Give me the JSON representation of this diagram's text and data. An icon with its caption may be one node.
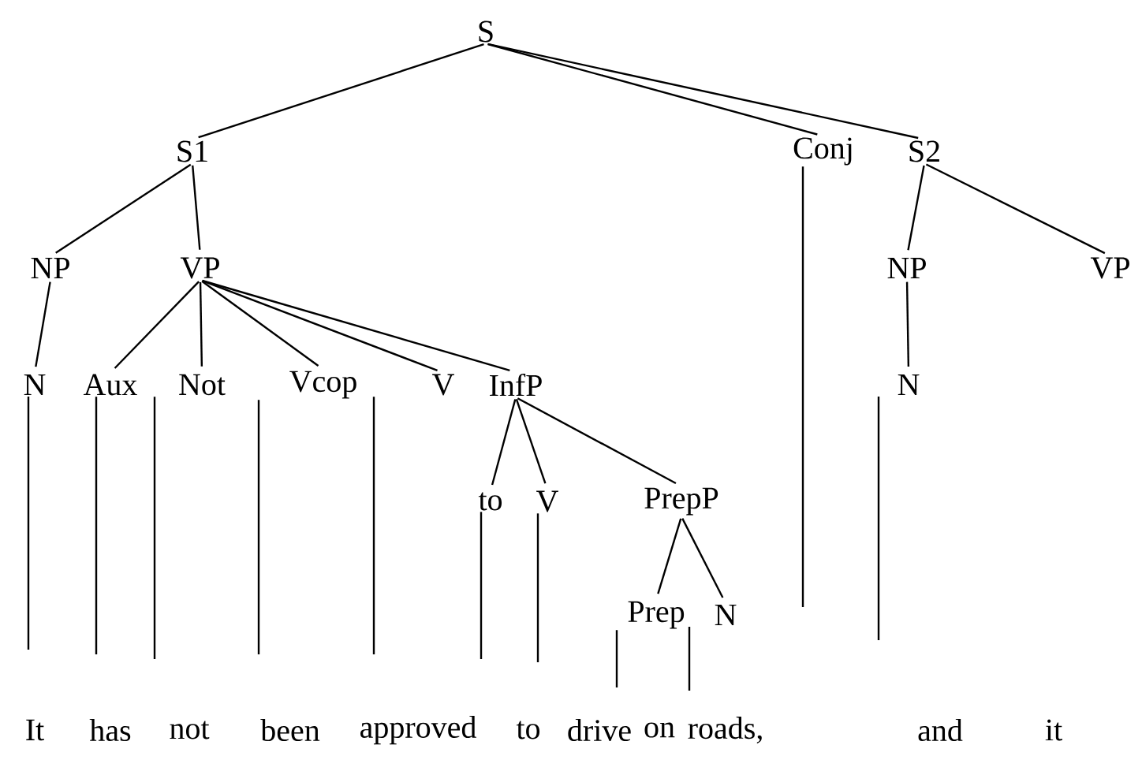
{
  "diagram": {
    "nodes": [
      {
        "text": [
          "S"
        ]
      },
      {
        "text": [
          "S1"
        ]
      },
      {
        "text": [
          "Conj"
        ]
      },
      {
        "text": [
          "S2"
        ]
      },
      {
        "text": [
          "NP"
        ]
      },
      {
        "text": [
          "VP"
        ]
      },
      {
        "text": [
          "NP"
        ]
      },
      {
        "text": [
          "VP"
        ]
      },
      {
        "text": [
          "N"
        ]
      },
      {
        "text": [
          "Aux"
        ]
      },
      {
        "text": [
          "Not"
        ]
      },
      {
        "text": [
          "Vcop"
        ]
      },
      {
        "text": [
          "V"
        ]
      },
      {
        "text": [
          "InfP"
        ]
      },
      {
        "text": [
          "N"
        ]
      },
      {
        "text": [
          "to"
        ]
      },
      {
        "text": [
          "V"
        ]
      },
      {
        "text": [
          "PrepP"
        ]
      },
      {
        "text": [
          "Prep"
        ]
      },
      {
        "text": [
          "N"
        ]
      }
    ],
    "edges": [
      {
        "from": 0,
        "to": 1,
        "arrow": "none"
      },
      {
        "from": 0,
        "to": 2,
        "arrow": "none"
      },
      {
        "from": 0,
        "to": 3,
        "arrow": "none"
      },
      {
        "from": 1,
        "to": 4,
        "arrow": "none"
      },
      {
        "from": 1,
        "to": 5,
        "arrow": "none"
      },
      {
        "from": 3,
        "to": 6,
        "arrow": "none"
      },
      {
        "from": 3,
        "to": 7,
        "arrow": "none"
      },
      {
        "from": 4,
        "to": 8,
        "arrow": "none"
      },
      {
        "from": 5,
        "to": 9,
        "arrow": "none"
      },
      {
        "from": 5,
        "to": 10,
        "arrow": "none"
      },
      {
        "from": 5,
        "to": 11,
        "arrow": "none"
      },
      {
        "from": 5,
        "to": 12,
        "arrow": "none"
      },
      {
        "from": 5,
        "to": 13,
        "arrow": "none"
      },
      {
        "from": 6,
        "to": 14,
        "arrow": "none"
      },
      {
        "from": 13,
        "to": 15,
        "arrow": "none"
      },
      {
        "from": 13,
        "to": 16,
        "arrow": "none"
      },
      {
        "from": 13,
        "to": 17,
        "arrow": "none"
      },
      {
        "from": 17,
        "to": 18,
        "arrow": "none"
      },
      {
        "from": 17,
        "to": 19,
        "arrow": "none"
      },
      {
        "from": 8,
        "to": null,
        "arrow": "none"
      },
      {
        "from": 9,
        "to": null,
        "arrow": "none"
      },
      {
        "from": 10,
        "to": null,
        "arrow": "none"
      },
      {
        "from": 11,
        "to": null,
        "arrow": "none"
      },
      {
        "from": 12,
        "to": null,
        "arrow": "none"
      },
      {
        "from": 15,
        "to": null,
        "arrow": "none"
      },
      {
        "from": 16,
        "to": null,
        "arrow": "none"
      },
      {
        "from": 18,
        "to": null,
        "arrow": "none"
      },
      {
        "from": 19,
        "to": null,
        "arrow": "none"
      },
      {
        "from": 2,
        "to": null,
        "arrow": "none"
      },
      {
        "from": 14,
        "to": null,
        "arrow": "none"
      }
    ],
    "labels": [
      "It",
      "has",
      "not",
      "been",
      "approved",
      "to",
      "drive",
      "on",
      "roads,",
      "and",
      "it"
    ]
  }
}
